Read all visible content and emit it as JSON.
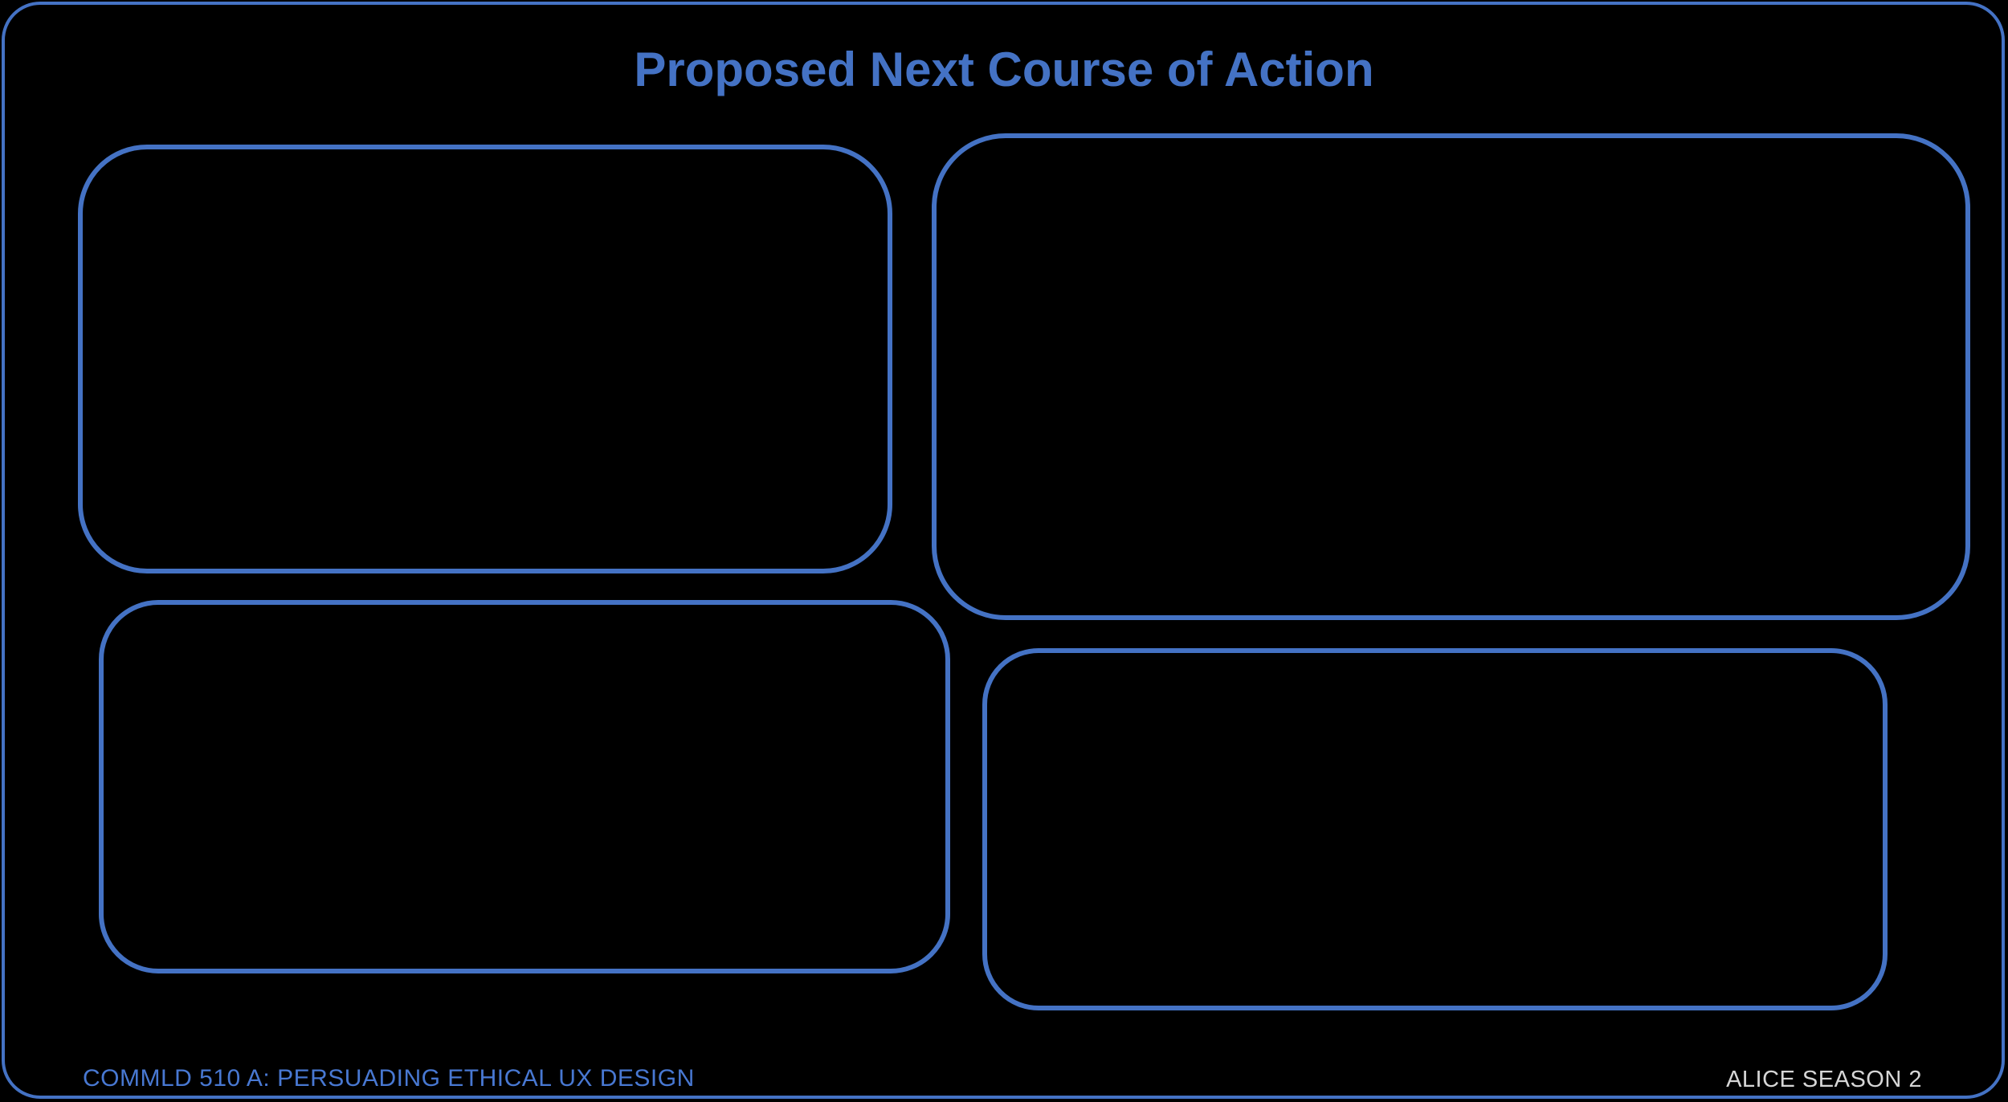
{
  "slide": {
    "title": "Proposed Next Course of Action",
    "boxes": [
      {
        "name": "top-left",
        "content": ""
      },
      {
        "name": "top-right",
        "content": ""
      },
      {
        "name": "bottom-left",
        "content": ""
      },
      {
        "name": "bottom-right",
        "content": ""
      }
    ],
    "footer": {
      "left": "COMMLD 510 A: PERSUADING ETHICAL UX DESIGN",
      "right": "ALICE SEASON 2"
    },
    "colors": {
      "background": "#000000",
      "accent_blue": "#4472C4",
      "footer_left_text": "#4878D2",
      "footer_right_text": "#D6D6D6"
    }
  }
}
